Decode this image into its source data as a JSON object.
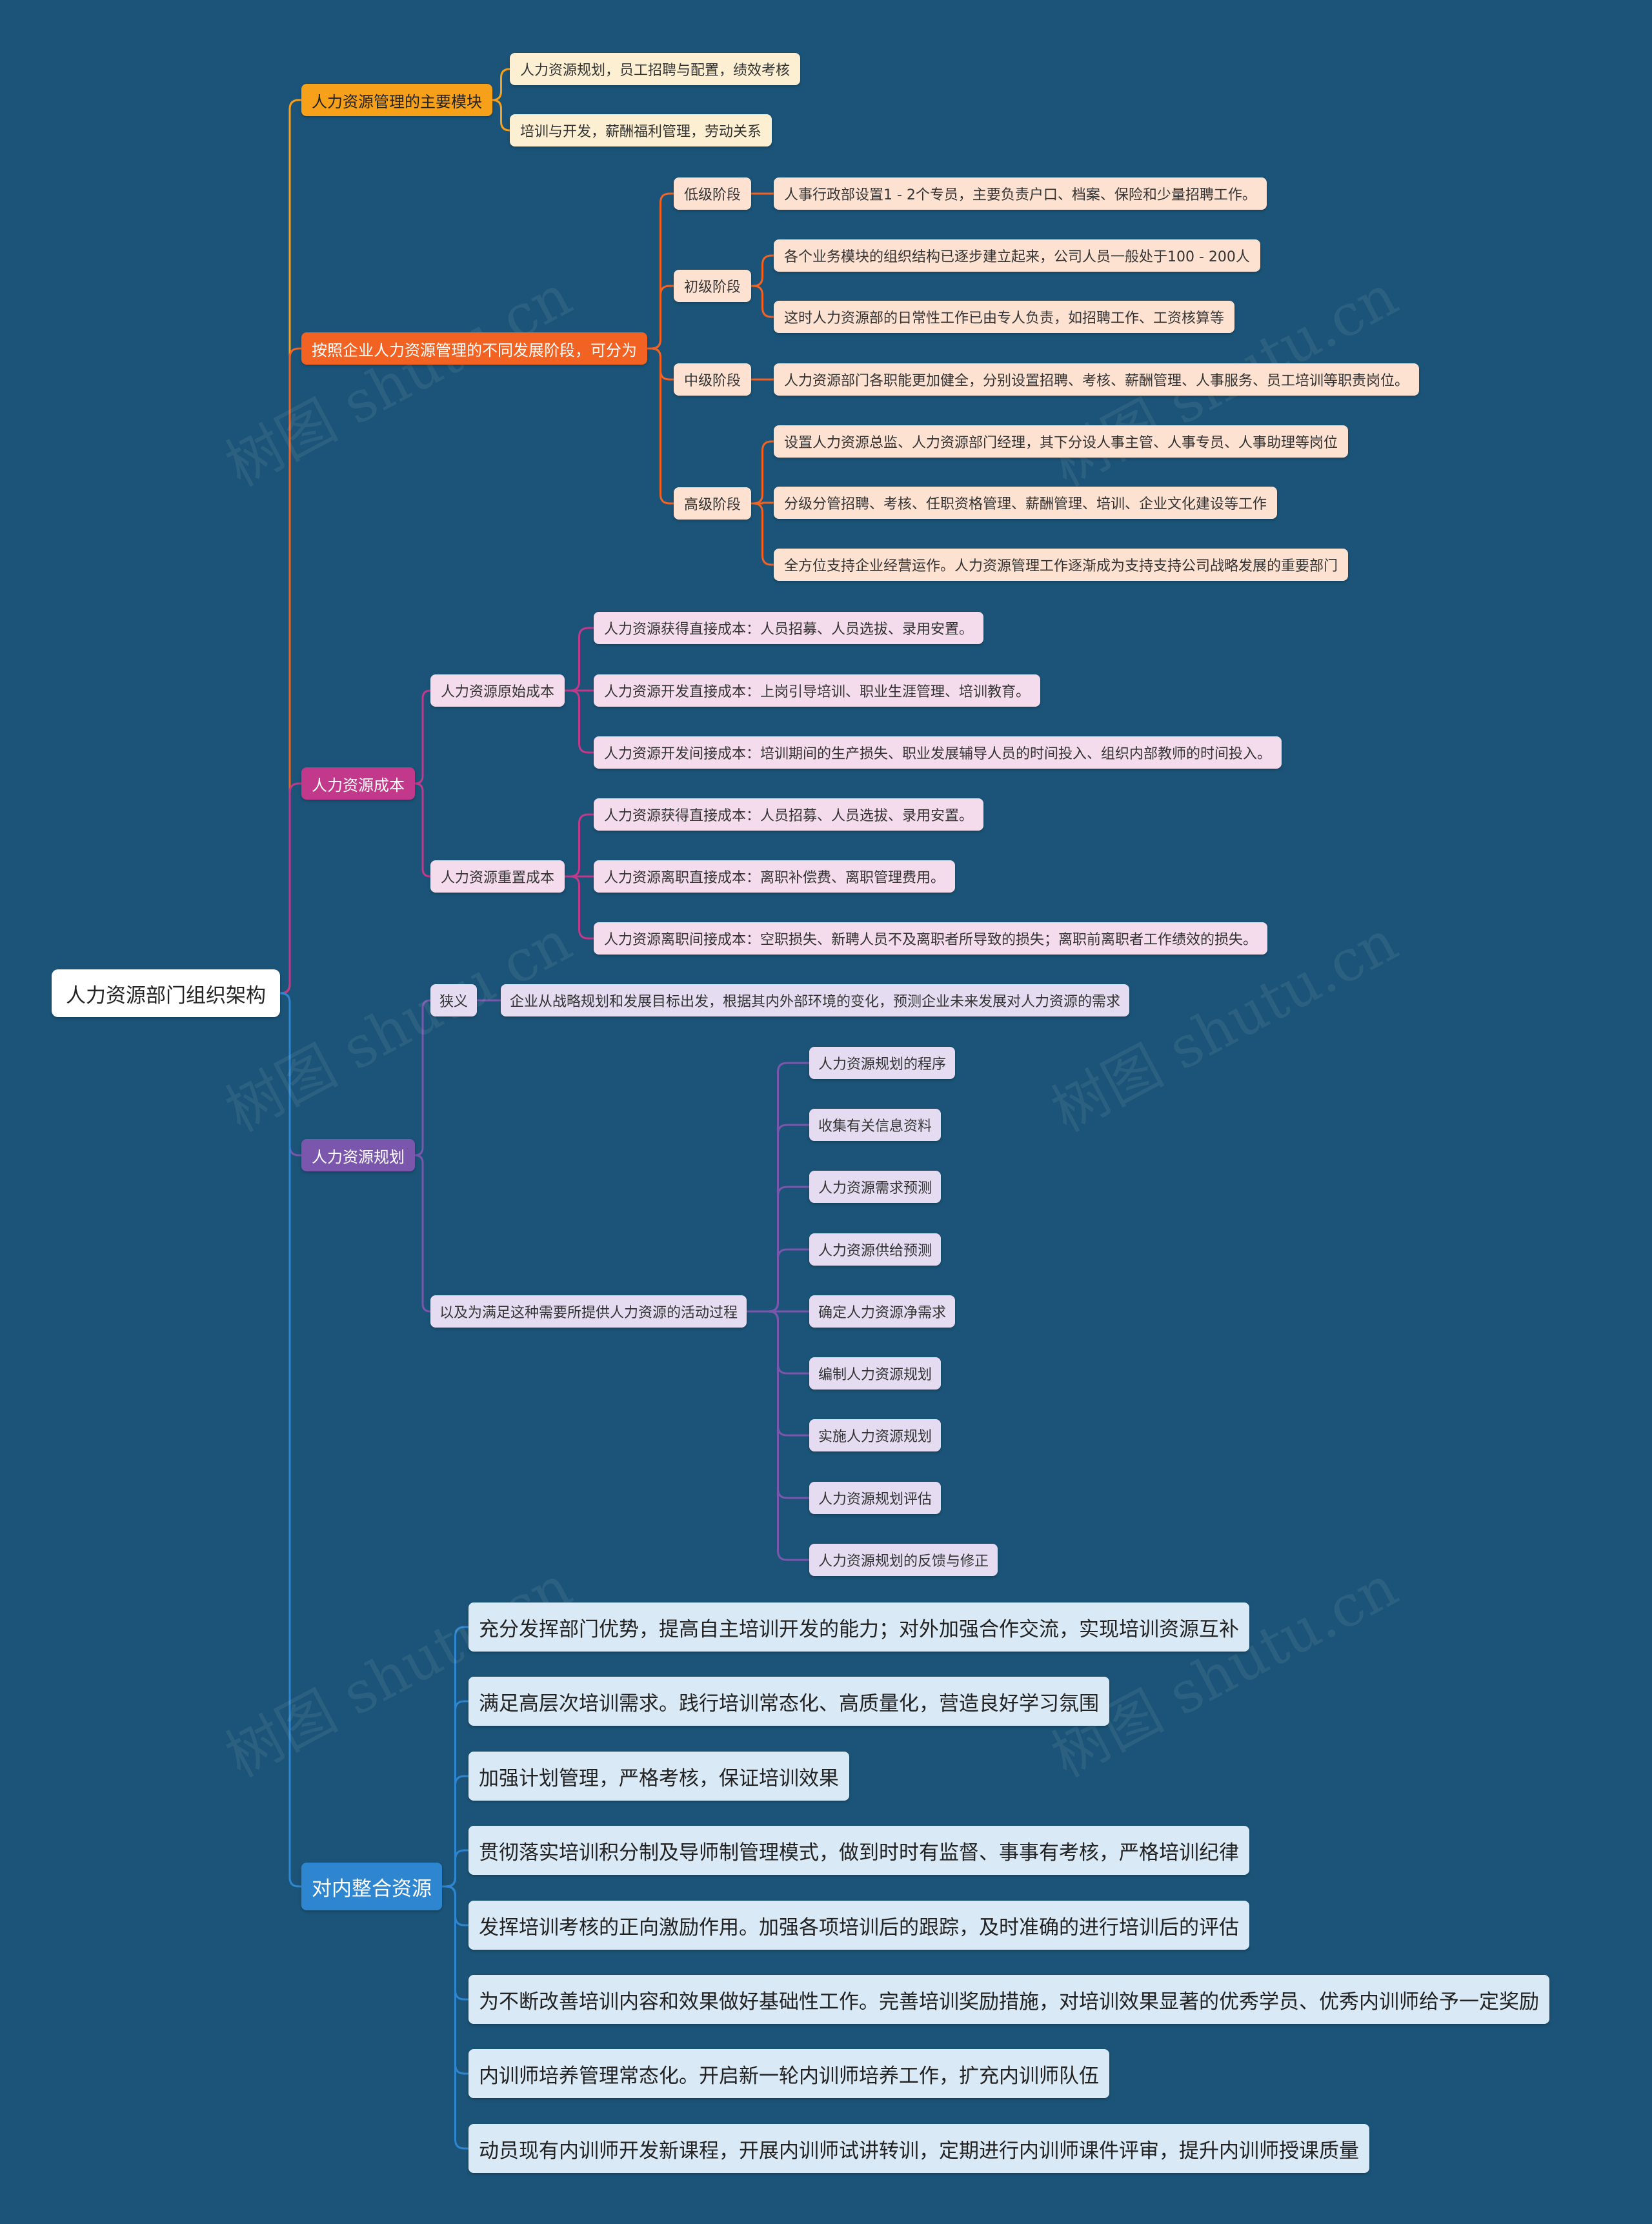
{
  "root": "人力资源部门组织架构",
  "colors": {
    "background": "#1b5478",
    "branch_modules": "#f7a11a",
    "branch_stages": "#f26222",
    "branch_cost": "#c2388b",
    "branch_planning": "#7b56ad",
    "branch_integration": "#2f86d0"
  },
  "modules": {
    "label": "人力资源管理的主要模块",
    "items": [
      "人力资源规划，员工招聘与配置，绩效考核",
      "培训与开发，薪酬福利管理，劳动关系"
    ]
  },
  "stages": {
    "label": "按照企业人力资源管理的不同发展阶段，可分为",
    "low": {
      "label": "低级阶段",
      "items": [
        "人事行政部设置1 - 2个专员，主要负责户口、档案、保险和少量招聘工作。"
      ]
    },
    "junior": {
      "label": "初级阶段",
      "items": [
        "各个业务模块的组织结构已逐步建立起来，公司人员一般处于100 - 200人",
        "这时人力资源部的日常性工作已由专人负责，如招聘工作、工资核算等"
      ]
    },
    "middle": {
      "label": "中级阶段",
      "items": [
        "人力资源部门各职能更加健全，分别设置招聘、考核、薪酬管理、人事服务、员工培训等职责岗位。"
      ]
    },
    "senior": {
      "label": "高级阶段",
      "items": [
        "设置人力资源总监、人力资源部门经理，其下分设人事主管、人事专员、人事助理等岗位",
        "分级分管招聘、考核、任职资格管理、薪酬管理、培训、企业文化建设等工作",
        "全方位支持企业经营运作。人力资源管理工作逐渐成为支持支持公司战略发展的重要部门"
      ]
    }
  },
  "cost": {
    "label": "人力资源成本",
    "original": {
      "label": "人力资源原始成本",
      "items": [
        "人力资源获得直接成本：人员招募、人员选拔、录用安置。",
        "人力资源开发直接成本：上岗引导培训、职业生涯管理、培训教育。",
        "人力资源开发间接成本：培训期间的生产损失、职业发展辅导人员的时间投入、组织内部教师的时间投入。"
      ]
    },
    "replacement": {
      "label": "人力资源重置成本",
      "items": [
        "人力资源获得直接成本：人员招募、人员选拔、录用安置。",
        "人力资源离职直接成本：离职补偿费、离职管理费用。",
        "人力资源离职间接成本：空职损失、新聘人员不及离职者所导致的损失；离职前离职者工作绩效的损失。"
      ]
    }
  },
  "planning": {
    "label": "人力资源规划",
    "narrow": {
      "label": "狭义",
      "items": [
        "企业从战略规划和发展目标出发，根据其内外部环境的变化，预测企业未来发展对人力资源的需求"
      ]
    },
    "process": {
      "label": "以及为满足这种需要所提供人力资源的活动过程",
      "items": [
        "人力资源规划的程序",
        "收集有关信息资料",
        "人力资源需求预测",
        "人力资源供给预测",
        "确定人力资源净需求",
        "编制人力资源规划",
        "实施人力资源规划",
        "人力资源规划评估",
        "人力资源规划的反馈与修正"
      ]
    }
  },
  "integration": {
    "label": "对内整合资源",
    "items": [
      "充分发挥部门优势，提高自主培训开发的能力；对外加强合作交流，实现培训资源互补",
      "满足高层次培训需求。践行培训常态化、高质量化，营造良好学习氛围",
      "加强计划管理，严格考核，保证培训效果",
      "贯彻落实培训积分制及导师制管理模式，做到时时有监督、事事有考核，严格培训纪律",
      "发挥培训考核的正向激励作用。加强各项培训后的跟踪，及时准确的进行培训后的评估",
      "为不断改善培训内容和效果做好基础性工作。完善培训奖励措施，对培训效果显著的优秀学员、优秀内训师给予一定奖励",
      "内训师培养管理常态化。开启新一轮内训师培养工作，扩充内训师队伍",
      "动员现有内训师开发新课程，开展内训师试讲转训，定期进行内训师课件评审，提升内训师授课质量"
    ]
  },
  "watermark": "树图 shutu.cn"
}
